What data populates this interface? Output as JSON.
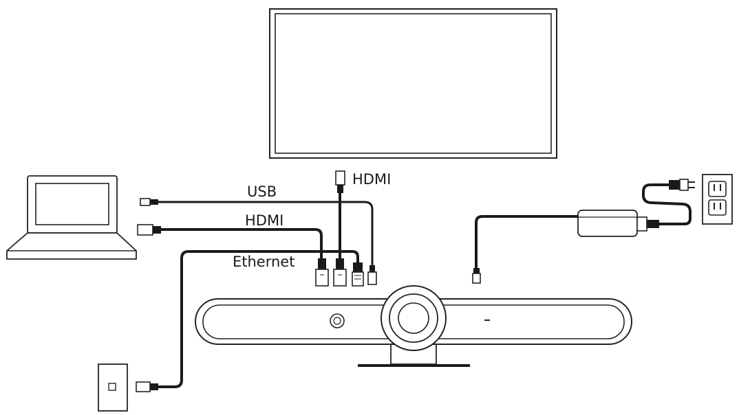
{
  "labels": {
    "usb": "USB",
    "hdmi_laptop": "HDMI",
    "ethernet": "Ethernet",
    "hdmi_display": "HDMI"
  },
  "colors": {
    "stroke": "#1a1a1a",
    "background": "#ffffff"
  },
  "icons": {
    "display": "tv-monitor-icon",
    "laptop": "laptop-icon",
    "camera": "video-bar-icon",
    "power": "power-adapter-icon",
    "outlet": "wall-outlet-icon",
    "jack": "ethernet-wall-jack-icon"
  }
}
